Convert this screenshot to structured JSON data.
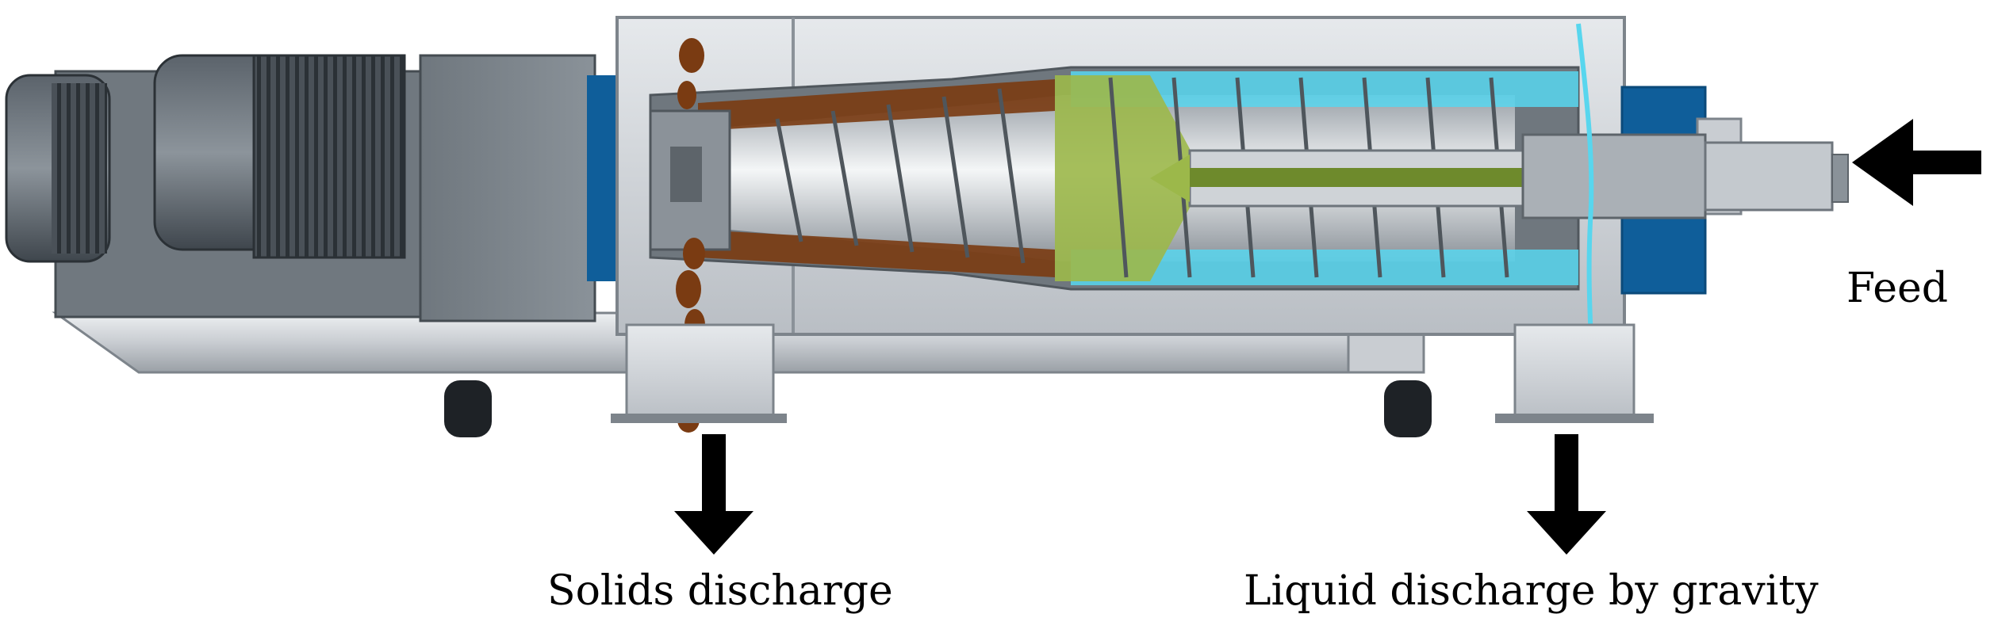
{
  "diagram": {
    "subject": "decanter centrifuge cross-section",
    "labels": {
      "feed": "Feed",
      "solids_discharge": "Solids discharge",
      "liquid_discharge": "Liquid discharge by gravity"
    },
    "colors": {
      "background": "#ffffff",
      "arrow": "#000000",
      "steel_light": "#d9dde1",
      "steel_dark": "#6e757c",
      "motor_dark": "#3a4046",
      "solids_brown": "#7a3b12",
      "feed_green": "#9cb84a",
      "liquid_cyan": "#58d6ee",
      "seal_blue": "#0f5e9a"
    }
  }
}
